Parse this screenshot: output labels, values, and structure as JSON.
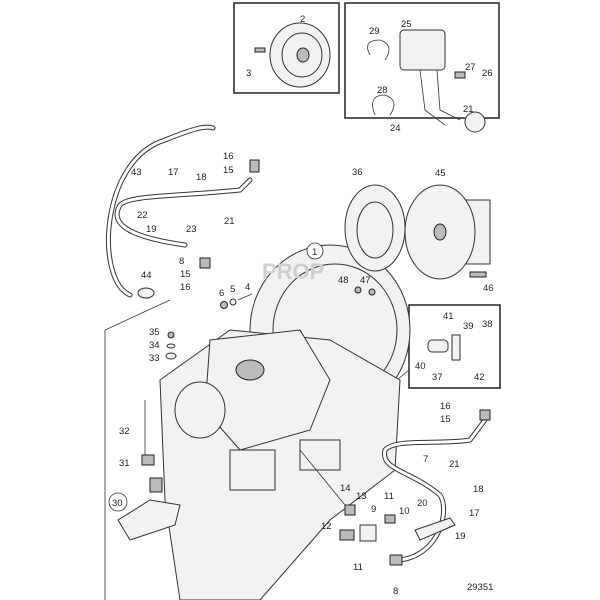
{
  "diagram": {
    "drawing_number": "29351",
    "watermark": "PROPELLER VOLVO",
    "labels": [
      "2",
      "3",
      "29",
      "25",
      "27",
      "26",
      "28",
      "21",
      "24",
      "36",
      "45",
      "43",
      "17",
      "18",
      "16",
      "15",
      "21",
      "22",
      "19",
      "23",
      "1",
      "8",
      "15",
      "16",
      "44",
      "6",
      "5",
      "4",
      "48",
      "47",
      "46",
      "35",
      "34",
      "33",
      "41",
      "39",
      "38",
      "40",
      "37",
      "42",
      "32",
      "31",
      "30",
      "16",
      "15",
      "21",
      "7",
      "14",
      "13",
      "9",
      "11",
      "10",
      "12",
      "11",
      "18",
      "20",
      "17",
      "19",
      "8"
    ]
  }
}
